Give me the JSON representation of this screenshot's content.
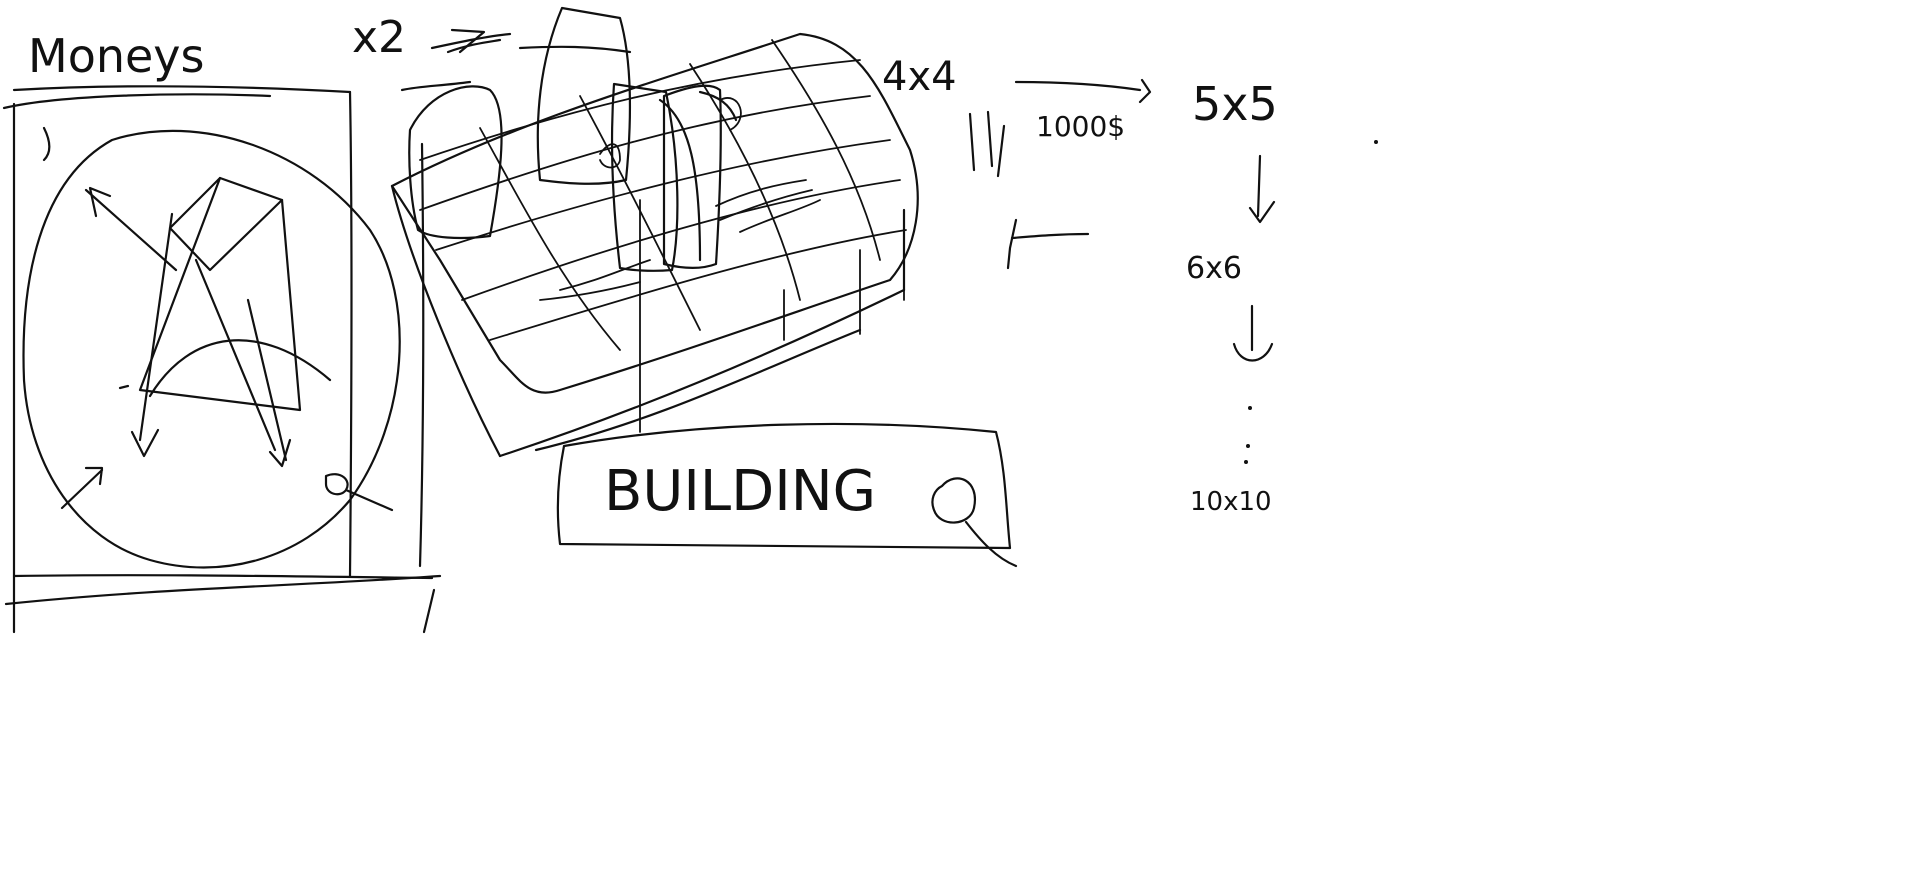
{
  "sketch": {
    "panel_title": "Moneys",
    "multiplier": "x2",
    "build_button_label": "BUILDING",
    "price": "1000$",
    "grid_sizes": [
      "4x4",
      "5x5",
      "6x6",
      "10x10"
    ]
  },
  "colors": {
    "background": "#ffffff",
    "ink": "#111111"
  }
}
